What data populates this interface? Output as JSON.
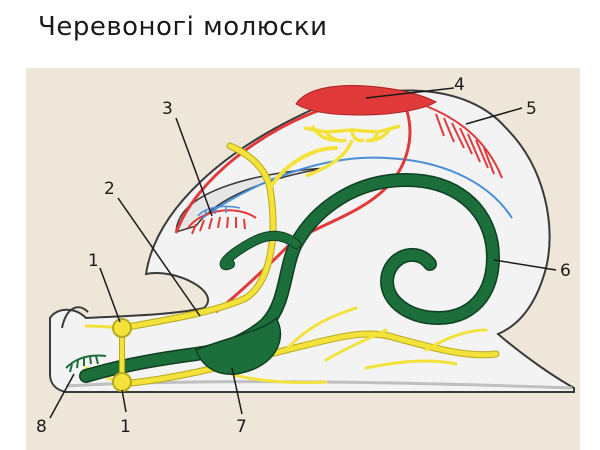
{
  "title": "Черевоногі молюски",
  "diagram": {
    "labels": [
      "1",
      "2",
      "3",
      "4",
      "5",
      "6",
      "7",
      "8",
      "1"
    ],
    "colors": {
      "background": "#eee6d8",
      "body": "#f3f3f3",
      "outline": "#3a3a3a",
      "nerve": "#f2e23a",
      "nerve_outline": "#b8a81c",
      "digestive": "#1c6e3a",
      "digestive_outline": "#0f3f22",
      "artery": "#e03a3a",
      "vein": "#4a8ed8"
    }
  }
}
